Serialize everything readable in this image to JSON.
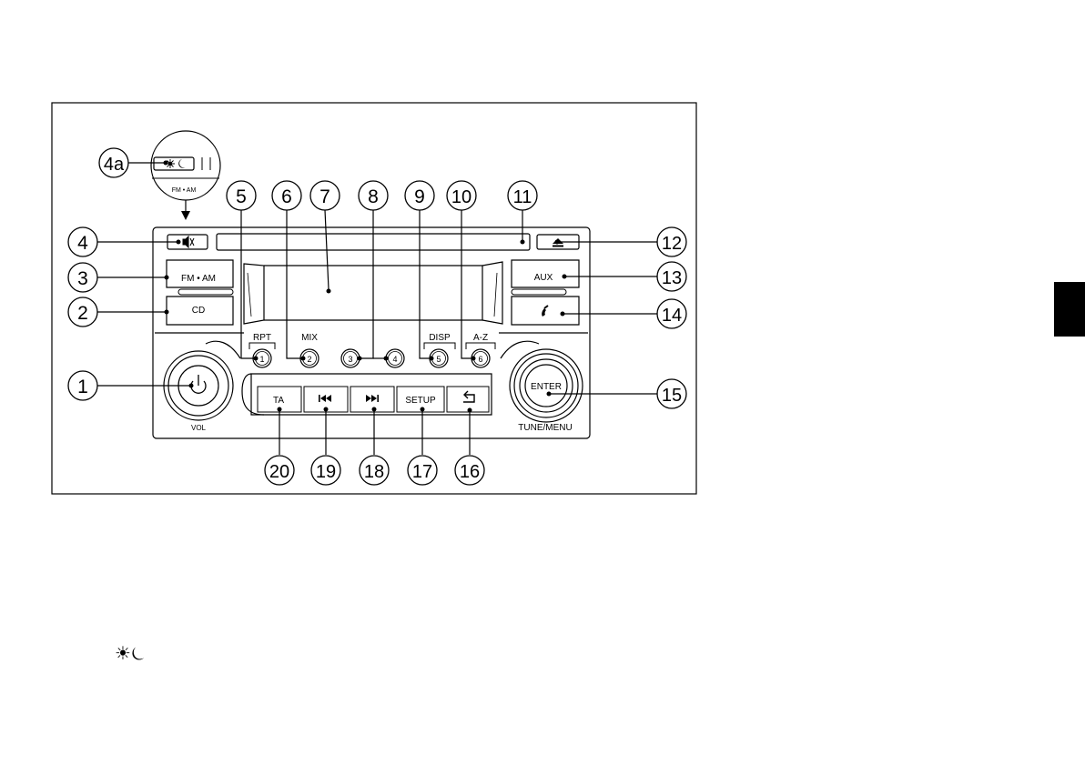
{
  "callouts": {
    "c1": "1",
    "c2": "2",
    "c3": "3",
    "c4": "4",
    "c4a": "4a",
    "c5": "5",
    "c6": "6",
    "c7": "7",
    "c8": "8",
    "c9": "9",
    "c10": "10",
    "c11": "11",
    "c12": "12",
    "c13": "13",
    "c14": "14",
    "c15": "15",
    "c16": "16",
    "c17": "17",
    "c18": "18",
    "c19": "19",
    "c20": "20"
  },
  "panel": {
    "fm_am": "FM • AM",
    "cd": "CD",
    "aux": "AUX",
    "vol": "VOL",
    "enter": "ENTER",
    "tune_menu": "TUNE/MENU",
    "ta": "TA",
    "setup": "SETUP",
    "labels": {
      "rpt": "RPT",
      "mix": "MIX",
      "disp": "DISP",
      "az": "A-Z"
    },
    "presets": [
      "1",
      "2",
      "3",
      "4",
      "5",
      "6"
    ]
  },
  "detail": {
    "fm_am": "FM • AM"
  },
  "icons": {
    "mute": "mute-icon",
    "eject": "eject-icon",
    "phone": "phone-icon",
    "power": "power-icon",
    "prev": "previous-track-icon",
    "next": "next-track-icon",
    "back": "back-icon",
    "day_night": "day-night-icon"
  },
  "legend": {
    "day_night_glyph": "☀⏾"
  }
}
